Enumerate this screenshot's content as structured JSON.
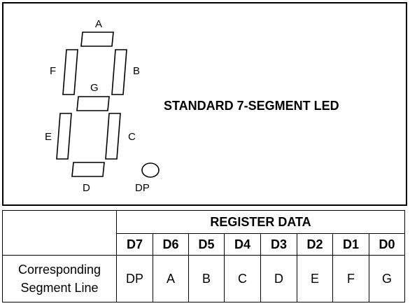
{
  "diagram": {
    "title": "STANDARD 7-SEGMENT LED",
    "segment_labels": {
      "A": "A",
      "B": "B",
      "C": "C",
      "D": "D",
      "E": "E",
      "F": "F",
      "G": "G",
      "DP": "DP"
    }
  },
  "table": {
    "header_title": "REGISTER DATA",
    "bits": [
      "D7",
      "D6",
      "D5",
      "D4",
      "D3",
      "D2",
      "D1",
      "D0"
    ],
    "row_label_line1": "Corresponding",
    "row_label_line2": "Segment Line",
    "values": [
      "DP",
      "A",
      "B",
      "C",
      "D",
      "E",
      "F",
      "G"
    ]
  }
}
